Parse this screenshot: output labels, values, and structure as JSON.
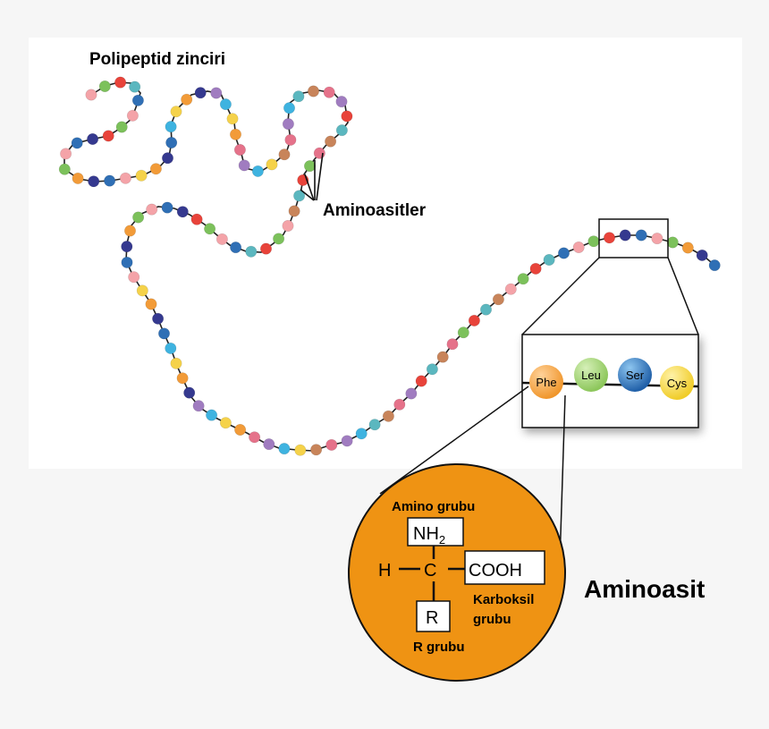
{
  "labels": {
    "title": "Polipeptid zinciri",
    "amino_acids": "Aminoasitler",
    "amino_acid": "Aminoasit"
  },
  "zoom": {
    "residues": [
      {
        "abbr": "Phe",
        "color": "#f0962c"
      },
      {
        "abbr": "Leu",
        "color": "#8cc65a"
      },
      {
        "abbr": "Ser",
        "color": "#2b78c0"
      },
      {
        "abbr": "Cys",
        "color": "#f4d63b"
      }
    ]
  },
  "structure": {
    "amino_group_label": "Amino grubu",
    "nh2": "NH",
    "nh2_sub": "2",
    "h": "H",
    "c": "C",
    "cooh": "COOH",
    "r": "R",
    "carboxyl_label_1": "Karboksil",
    "carboxyl_label_2": "grubu",
    "r_group_label": "R grubu",
    "circle_color": "#ef9313"
  },
  "bead_palette": [
    "#f4a3a8",
    "#3eb3e0",
    "#e8433a",
    "#f29b38",
    "#c8845a",
    "#2f6fb5",
    "#a07cc0",
    "#7cc15b",
    "#f5d24a",
    "#5bb7bf",
    "#35398f",
    "#e5728a"
  ]
}
